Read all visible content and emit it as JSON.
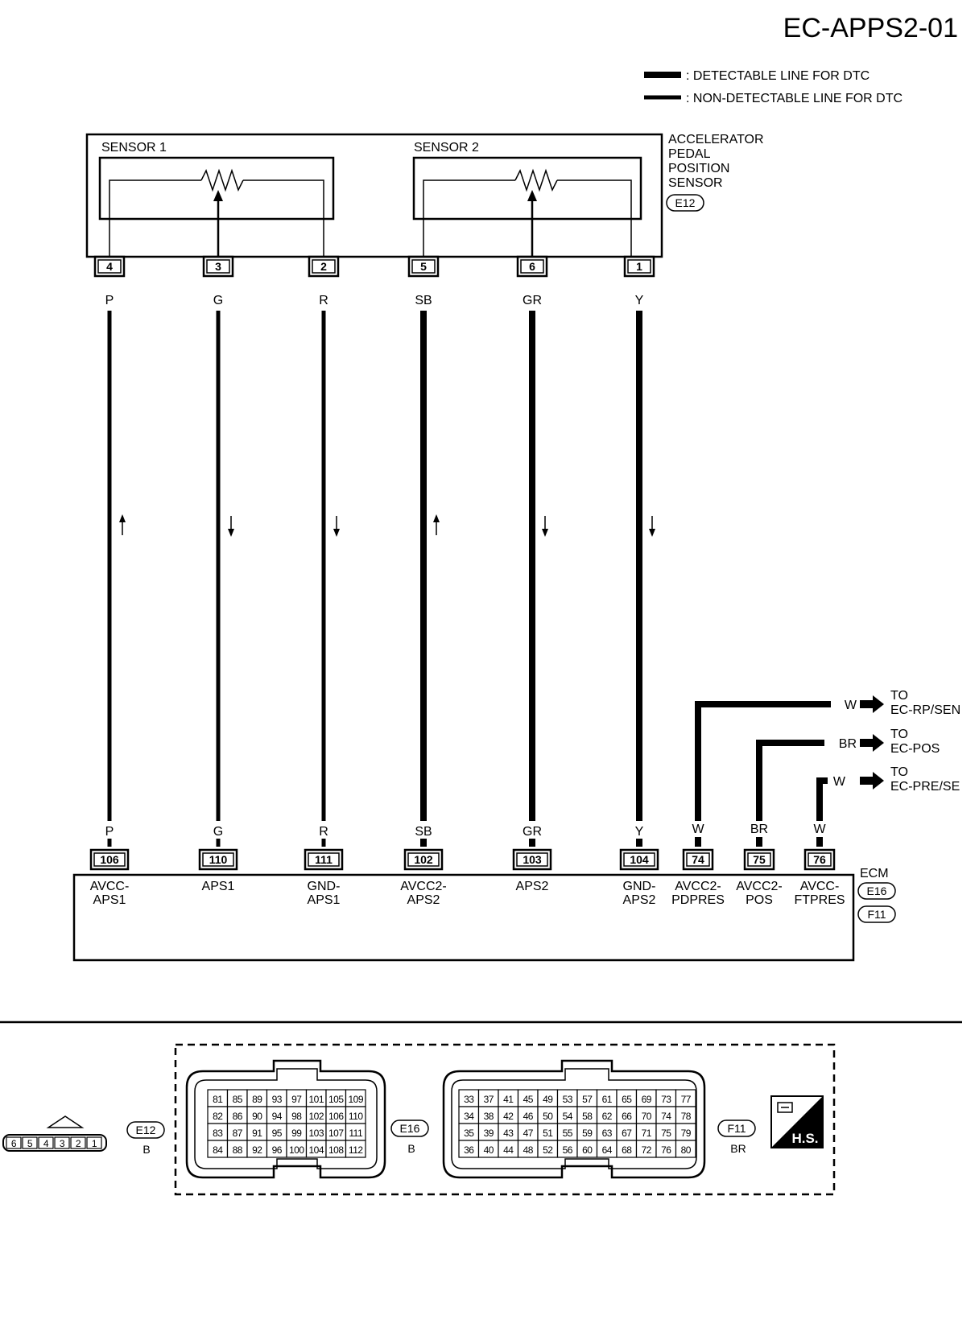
{
  "title": "EC-APPS2-01",
  "legend": [
    {
      "text": ": DETECTABLE LINE FOR DTC",
      "style": "thick"
    },
    {
      "text": ": NON-DETECTABLE LINE FOR DTC",
      "style": "thin"
    }
  ],
  "sensor": {
    "sensor1_label": "SENSOR 1",
    "sensor2_label": "SENSOR 2",
    "name_lines": [
      "ACCELERATOR",
      "PEDAL",
      "POSITION",
      "SENSOR"
    ],
    "connector": "E12"
  },
  "wires": [
    {
      "sensor_pin": "4",
      "color": "P",
      "ecm_pin": "106",
      "ecm_label": [
        "AVCC-",
        "APS1"
      ],
      "dir": "up",
      "thick": false
    },
    {
      "sensor_pin": "3",
      "color": "G",
      "ecm_pin": "110",
      "ecm_label": [
        "APS1"
      ],
      "dir": "down",
      "thick": false
    },
    {
      "sensor_pin": "2",
      "color": "R",
      "ecm_pin": "111",
      "ecm_label": [
        "GND-",
        "APS1"
      ],
      "dir": "down",
      "thick": false
    },
    {
      "sensor_pin": "5",
      "color": "SB",
      "ecm_pin": "102",
      "ecm_label": [
        "AVCC2-",
        "APS2"
      ],
      "dir": "up",
      "thick": true
    },
    {
      "sensor_pin": "6",
      "color": "GR",
      "ecm_pin": "103",
      "ecm_label": [
        "APS2"
      ],
      "dir": "down",
      "thick": true
    },
    {
      "sensor_pin": "1",
      "color": "Y",
      "ecm_pin": "104",
      "ecm_label": [
        "GND-",
        "APS2"
      ],
      "dir": "down",
      "thick": true
    }
  ],
  "branches": [
    {
      "color": "W",
      "ecm_pin": "74",
      "ecm_label": [
        "AVCC2-",
        "PDPRES"
      ],
      "to": [
        "TO",
        "EC-RP/SEN"
      ]
    },
    {
      "color": "BR",
      "ecm_pin": "75",
      "ecm_label": [
        "AVCC2-",
        "POS"
      ],
      "to": [
        "TO",
        "EC-POS"
      ]
    },
    {
      "color": "W",
      "ecm_pin": "76",
      "ecm_label": [
        "AVCC-",
        "FTPRES"
      ],
      "to": [
        "TO",
        "EC-PRE/SE"
      ]
    }
  ],
  "ecm": {
    "label": "ECM",
    "connectors": [
      "E16",
      "F11"
    ]
  },
  "connector_views": {
    "e12": {
      "name": "E12",
      "color": "B",
      "pins": [
        "6",
        "5",
        "4",
        "3",
        "2",
        "1"
      ]
    },
    "e16": {
      "name": "E16",
      "color": "B",
      "rows": [
        [
          "81",
          "85",
          "89",
          "93",
          "97",
          "101",
          "105",
          "109"
        ],
        [
          "82",
          "86",
          "90",
          "94",
          "98",
          "102",
          "106",
          "110"
        ],
        [
          "83",
          "87",
          "91",
          "95",
          "99",
          "103",
          "107",
          "111"
        ],
        [
          "84",
          "88",
          "92",
          "96",
          "100",
          "104",
          "108",
          "112"
        ]
      ]
    },
    "f11": {
      "name": "F11",
      "color": "BR",
      "rows": [
        [
          "33",
          "37",
          "41",
          "45",
          "49",
          "53",
          "57",
          "61",
          "65",
          "69",
          "73",
          "77"
        ],
        [
          "34",
          "38",
          "42",
          "46",
          "50",
          "54",
          "58",
          "62",
          "66",
          "70",
          "74",
          "78"
        ],
        [
          "35",
          "39",
          "43",
          "47",
          "51",
          "55",
          "59",
          "63",
          "67",
          "71",
          "75",
          "79"
        ],
        [
          "36",
          "40",
          "44",
          "48",
          "52",
          "56",
          "60",
          "64",
          "68",
          "72",
          "76",
          "80"
        ]
      ]
    }
  },
  "hs_badge": "H.S."
}
